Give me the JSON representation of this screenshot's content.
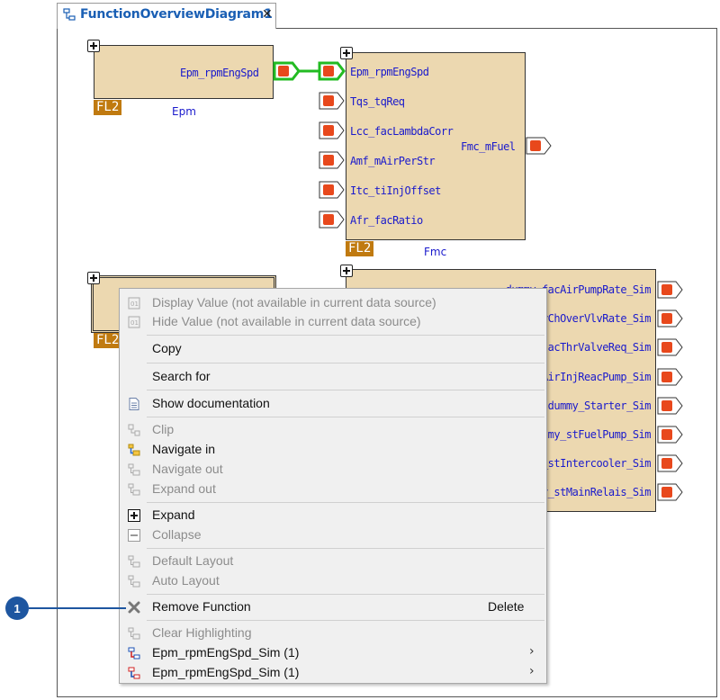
{
  "tab": {
    "title": "FunctionOverviewDiagram1",
    "close": "✕"
  },
  "blocks": {
    "epm": {
      "name": "Epm",
      "tag": "FL2",
      "out_port": "Epm_rpmEngSpd"
    },
    "fmc": {
      "name": "Fmc",
      "tag": "FL2",
      "in_ports": [
        "Epm_rpmEngSpd",
        "Tqs_tqReq",
        "Lcc_facLambdaCorr",
        "Amf_mAirPerStr",
        "Itc_tiInjOffset",
        "Afr_facRatio"
      ],
      "out_port": "Fmc_mFuel"
    },
    "lower_left": {
      "tag": "FL2"
    },
    "lower_right": {
      "out_ports": [
        "dummy_facAirPumpRate_Sim",
        "rChOverVlvRate_Sim",
        "acThrValveReq_Sim",
        "AirInjReacPump_Sim",
        "dummy_Starter_Sim",
        "my_stFuelPump_Sim",
        "ny_stIntercooler_Sim",
        "ny_stMainRelais_Sim"
      ]
    }
  },
  "menu": {
    "display_value": "Display Value (not available in current data source)",
    "hide_value": "Hide Value (not available in current data source)",
    "copy": "Copy",
    "search_for": "Search for",
    "show_documentation": "Show documentation",
    "clip": "Clip",
    "navigate_in": "Navigate in",
    "navigate_out": "Navigate out",
    "expand_out": "Expand out",
    "expand": "Expand",
    "collapse": "Collapse",
    "default_layout": "Default Layout",
    "auto_layout": "Auto Layout",
    "remove_function": "Remove Function",
    "remove_shortcut": "Delete",
    "clear_highlighting": "Clear Highlighting",
    "sim1": "Epm_rpmEngSpd_Sim (1)",
    "sim2": "Epm_rpmEngSpd_Sim (1)",
    "submenu_arrow": "›"
  },
  "callout": {
    "number": "1"
  },
  "colors": {
    "block_fill": "#ecd8b0",
    "fl2_tag": "#c07a10",
    "port_red": "#e8481c",
    "link_green": "#22bb22",
    "label_blue": "#1a1acc"
  }
}
